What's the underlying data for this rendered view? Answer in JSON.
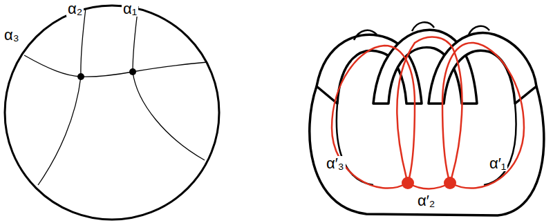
{
  "diagram": {
    "labels": [
      "α₂",
      "α₁",
      "α₃",
      "α′₃",
      "α′₂",
      "α′₁"
    ]
  }
}
